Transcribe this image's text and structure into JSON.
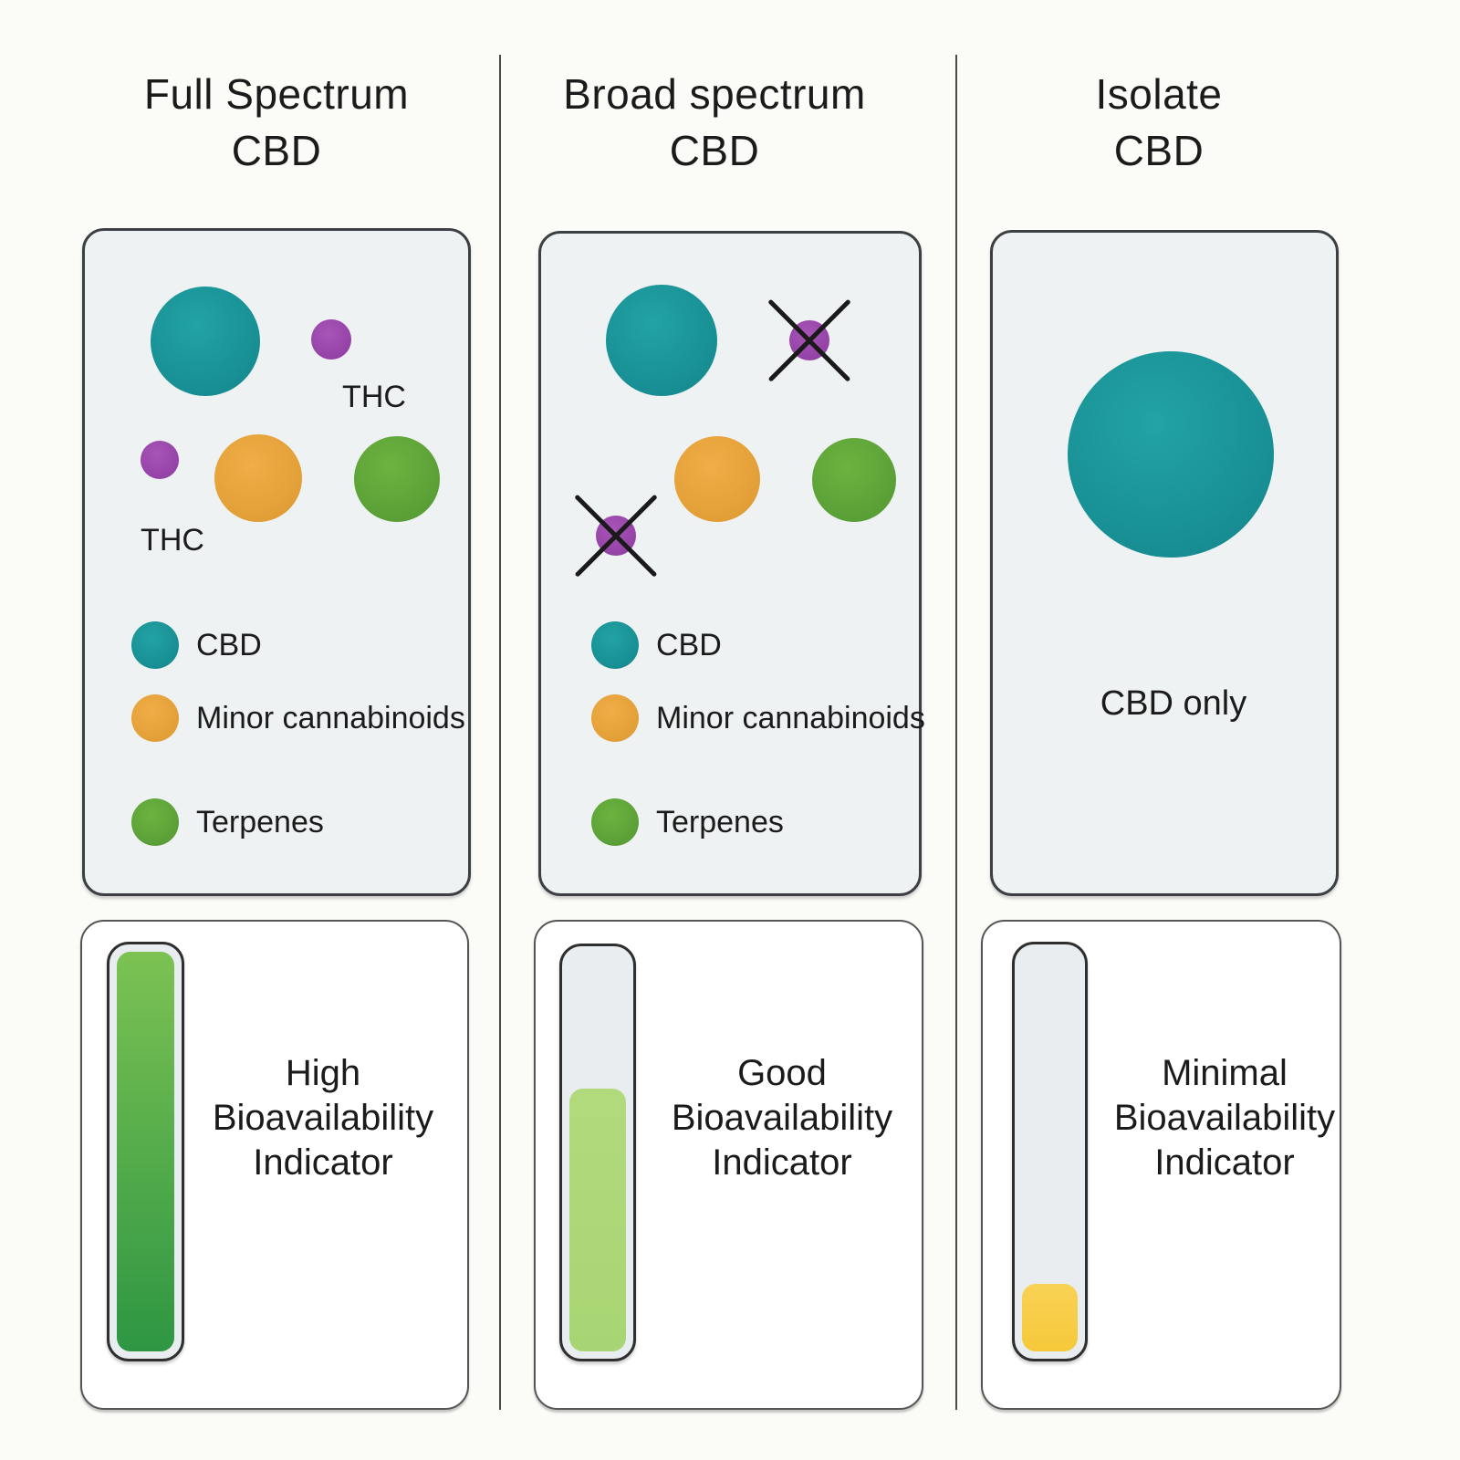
{
  "palette": {
    "page_bg": "#fbfbf8",
    "card_bg": "#eef2f3",
    "card_border": "#3c4043",
    "panel_bg": "#ffffff",
    "panel_border": "#565656",
    "divider": "#4a4a4a",
    "text": "#1b1b1b",
    "teal": "#1b9598",
    "purple": "#9c45ac",
    "orange": "#e9a33b",
    "green": "#5fa639",
    "tube_border": "#2f2f2f",
    "tube_empty": "#e9edf0",
    "fill_high_top": "#7cc253",
    "fill_high_bottom": "#2e9643",
    "fill_good": "#a8d573",
    "fill_minimal": "#f6c93a",
    "cross": "#1a1a1a"
  },
  "columns": [
    {
      "title": [
        "Full Spectrum",
        "CBD"
      ],
      "thc_label_top": "THC",
      "thc_label_bottom": "THC",
      "legend": [
        "CBD",
        "Minor cannabinoids",
        "Terpenes"
      ],
      "indicator": {
        "label": "High Bioavailability Indicator",
        "fill_percent": 100
      }
    },
    {
      "title": [
        "Broad spectrum",
        "CBD"
      ],
      "legend": [
        "CBD",
        "Minor cannabinoids",
        "Terpenes"
      ],
      "indicator": {
        "label": "Good Bioavailability Indicator",
        "fill_percent": 66
      }
    },
    {
      "title": [
        "Isolate",
        "CBD"
      ],
      "cbd_only_label": "CBD only",
      "indicator": {
        "label": "Minimal Bioavailability Indicator",
        "fill_percent": 17
      }
    }
  ]
}
